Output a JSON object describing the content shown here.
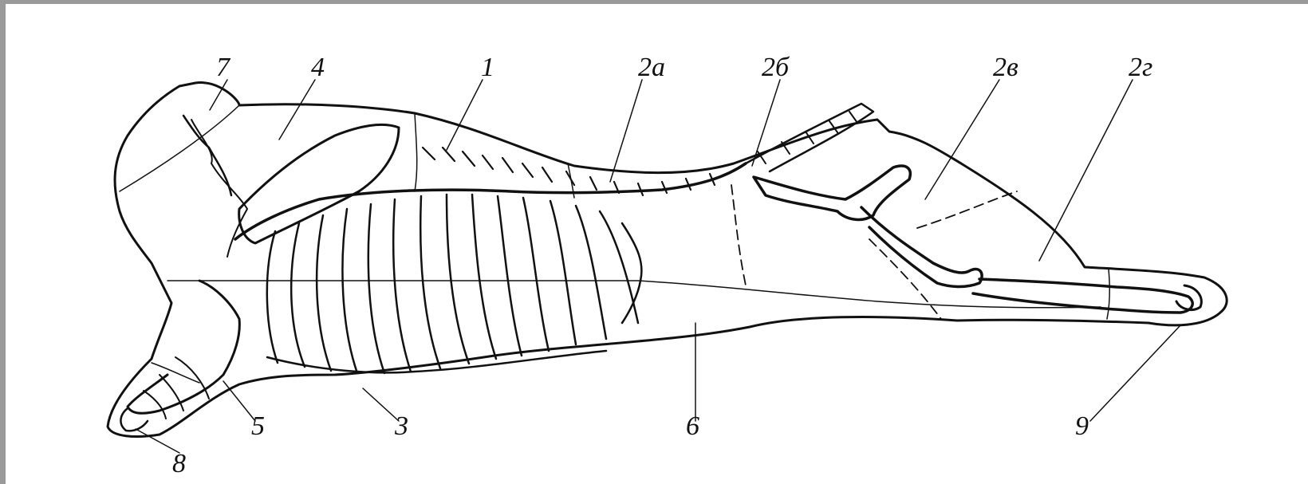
{
  "diagram": {
    "labels": {
      "l7": "7",
      "l4": "4",
      "l1": "1",
      "l2a": "2а",
      "l2b": "2б",
      "l2v": "2в",
      "l2g": "2г",
      "l5": "5",
      "l3": "3",
      "l6": "6",
      "l9": "9",
      "l8": "8"
    }
  }
}
